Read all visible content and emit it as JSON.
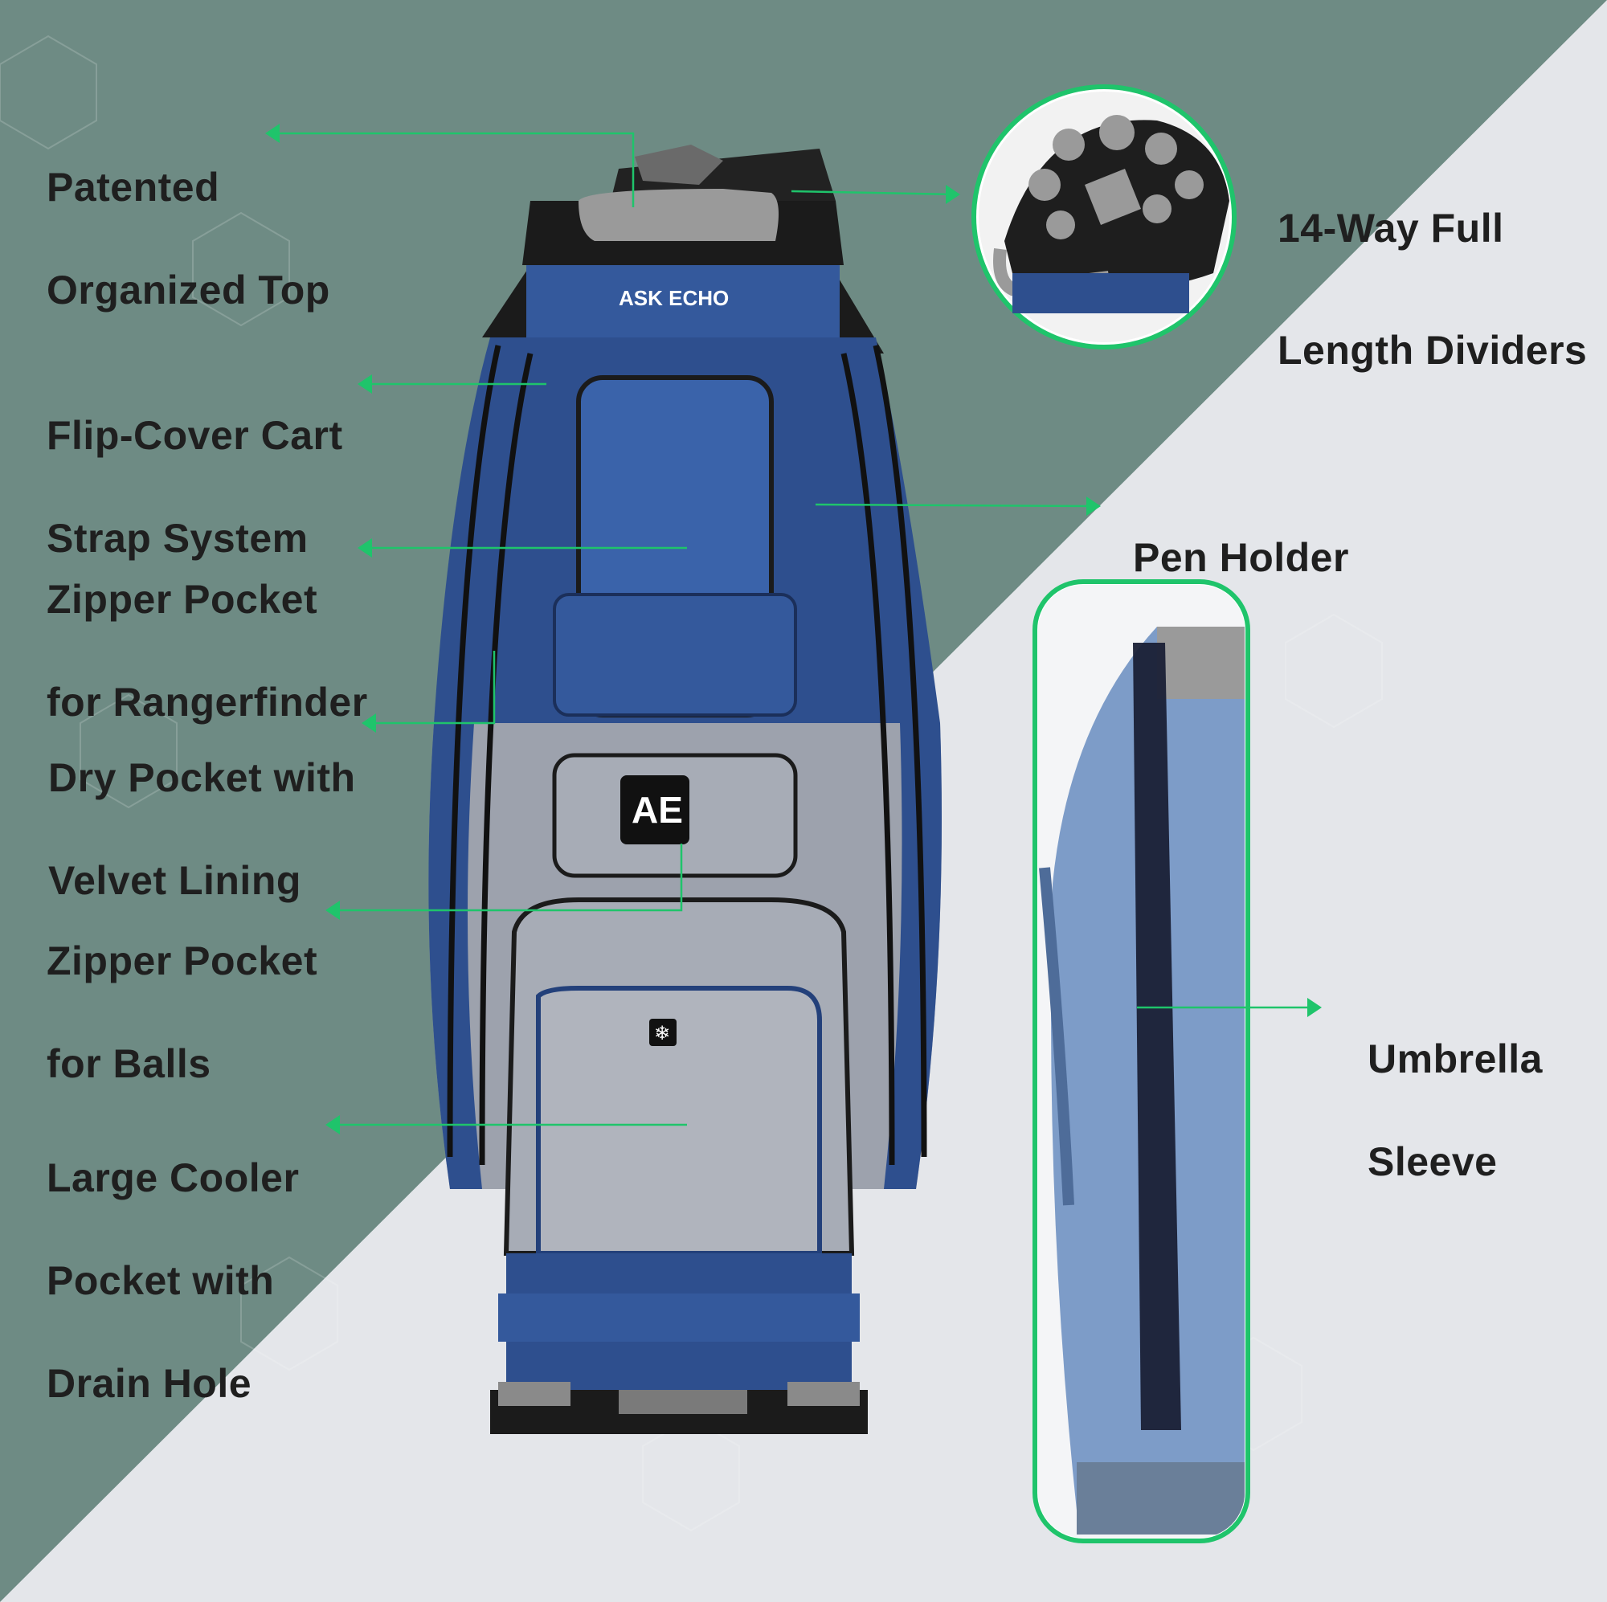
{
  "product": {
    "brand_wordmark": "ASK ECHO",
    "brand_badge": "AE"
  },
  "colors": {
    "accent_green": "#1fc46b",
    "teal_bg": "#6e8b84",
    "light_bg": "#e4e6ea",
    "bag_navy": "#2e4f8e",
    "bag_grey": "#9da2ad"
  },
  "callouts": {
    "patented_top": [
      "Patented",
      "Organized Top"
    ],
    "dividers": [
      "14-Way Full",
      "Length Dividers"
    ],
    "flip_cover": [
      "Flip-Cover Cart",
      "Strap System"
    ],
    "pen_holder": [
      "Pen Holder"
    ],
    "rangefinder": [
      "Zipper Pocket",
      "for Rangerfinder"
    ],
    "dry_pocket": [
      "Dry Pocket with",
      "Velvet Lining"
    ],
    "balls_pocket": [
      "Zipper Pocket",
      "for Balls"
    ],
    "umbrella": [
      "Umbrella",
      "Sleeve"
    ],
    "cooler": [
      "Large Cooler",
      "Pocket with",
      "Drain Hole"
    ]
  },
  "icons": [
    "arrow-left-icon",
    "arrow-right-icon",
    "snowflake-icon"
  ]
}
